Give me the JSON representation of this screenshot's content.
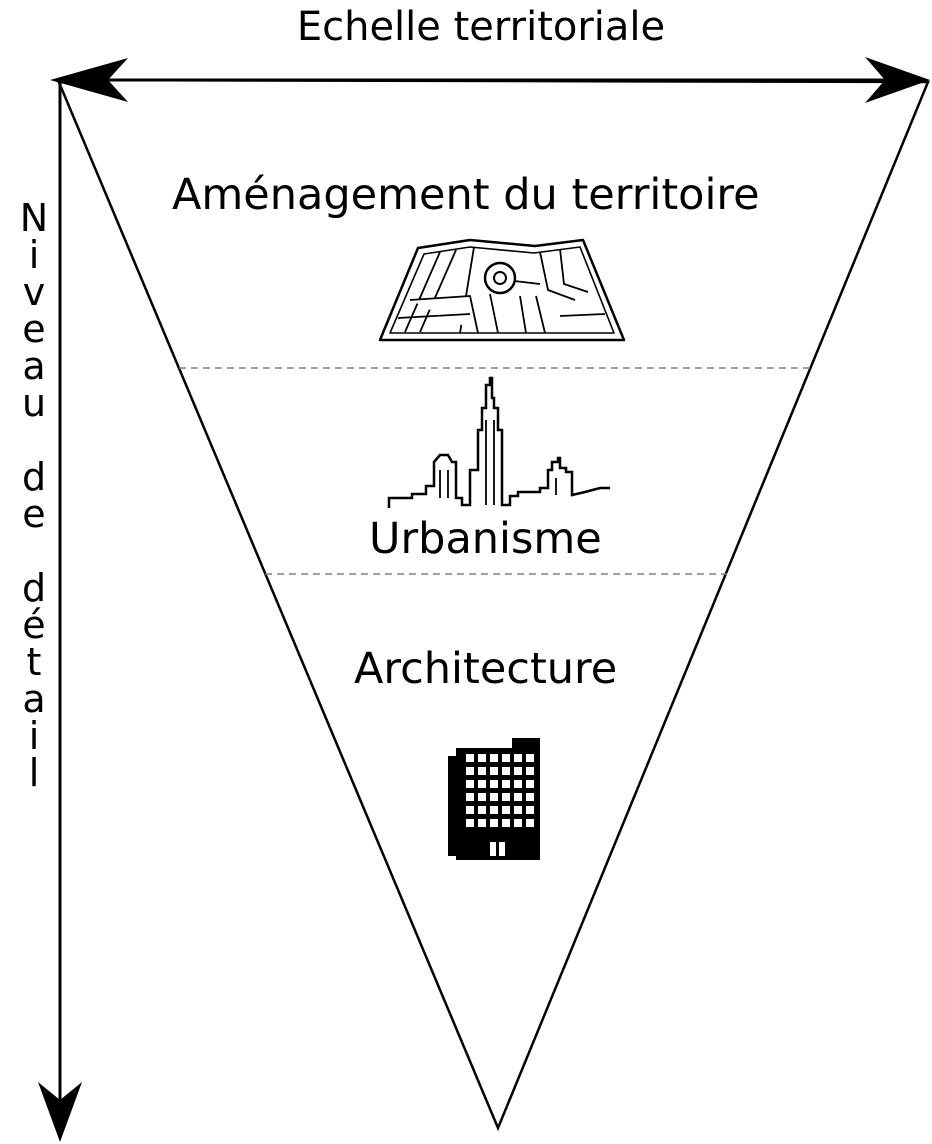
{
  "diagram": {
    "horizontal_axis_label": "Echelle territoriale",
    "vertical_axis_label": "Niveau de détail",
    "vertical_axis_letters": [
      "N",
      "i",
      "v",
      "e",
      "a",
      "u",
      "",
      "d",
      "e",
      "",
      "d",
      "é",
      "t",
      "a",
      "i",
      "l"
    ],
    "levels": [
      {
        "label": "Aménagement du territoire",
        "icon": "map-icon"
      },
      {
        "label": "Urbanisme",
        "icon": "city-skyline-icon"
      },
      {
        "label": "Architecture",
        "icon": "building-icon"
      }
    ],
    "colors": {
      "line": "#000000",
      "divider": "#808080",
      "background": "#ffffff"
    }
  }
}
